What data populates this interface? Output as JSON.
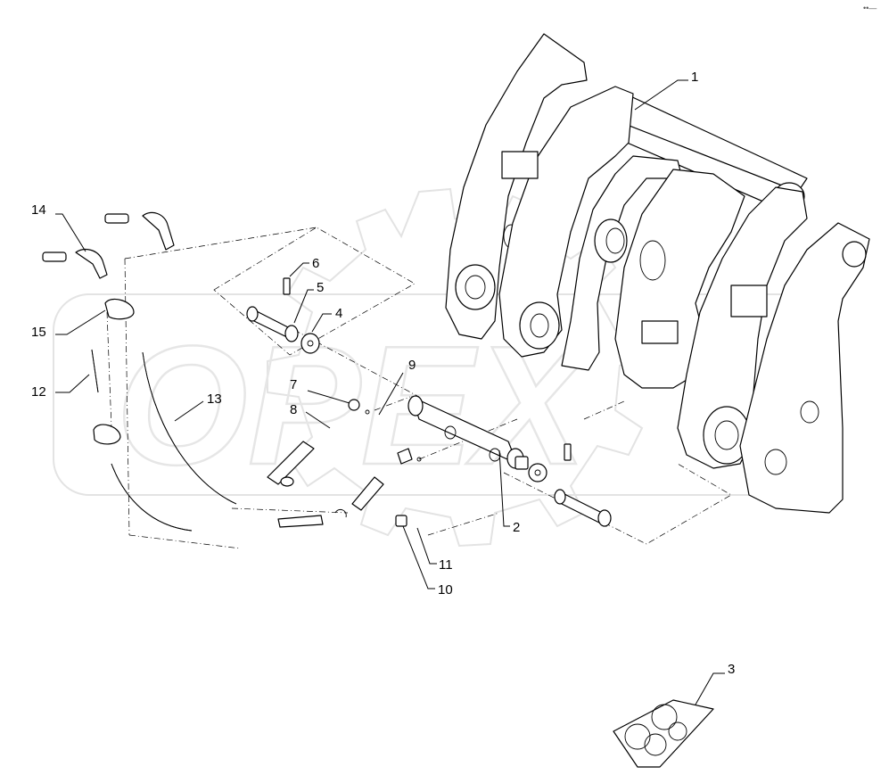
{
  "diagram": {
    "watermark": "OPEX",
    "corner_mark": "••—",
    "callouts": [
      {
        "id": "1",
        "text": "1"
      },
      {
        "id": "2",
        "text": "2"
      },
      {
        "id": "3",
        "text": "3"
      },
      {
        "id": "4",
        "text": "4"
      },
      {
        "id": "5",
        "text": "5"
      },
      {
        "id": "6",
        "text": "6"
      },
      {
        "id": "7",
        "text": "7"
      },
      {
        "id": "8",
        "text": "8"
      },
      {
        "id": "9",
        "text": "9"
      },
      {
        "id": "10",
        "text": "10"
      },
      {
        "id": "11",
        "text": "11"
      },
      {
        "id": "12",
        "text": "12"
      },
      {
        "id": "13",
        "text": "13"
      },
      {
        "id": "14",
        "text": "14"
      },
      {
        "id": "15",
        "text": "15"
      }
    ]
  }
}
